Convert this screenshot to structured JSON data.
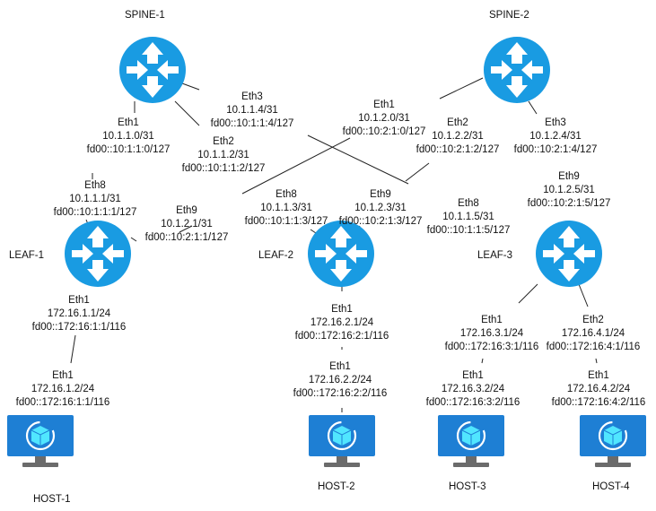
{
  "colors": {
    "router_fill": "#199be2",
    "router_arrow": "#ffffff",
    "host_screen": "#1e7fd4",
    "host_stand": "#6b6b6b",
    "host_cube": "#50e6ff",
    "line": "#222222"
  },
  "devices": {
    "spine1": "SPINE-1",
    "spine2": "SPINE-2",
    "leaf1": "LEAF-1",
    "leaf2": "LEAF-2",
    "leaf3": "LEAF-3",
    "host1": "HOST-1",
    "host2": "HOST-2",
    "host3": "HOST-3",
    "host4": "HOST-4"
  },
  "interfaces": {
    "s1_eth1": {
      "name": "Eth1",
      "ipv4": "10.1.1.0/31",
      "ipv6": "fd00::10:1:1:0/127"
    },
    "s1_eth2": {
      "name": "Eth2",
      "ipv4": "10.1.1.2/31",
      "ipv6": "fd00::10:1:1:2/127"
    },
    "s1_eth3": {
      "name": "Eth3",
      "ipv4": "10.1.1.4/31",
      "ipv6": "fd00::10:1:1:4/127"
    },
    "s2_eth1": {
      "name": "Eth1",
      "ipv4": "10.1.2.0/31",
      "ipv6": "fd00::10:2:1:0/127"
    },
    "s2_eth2": {
      "name": "Eth2",
      "ipv4": "10.1.2.2/31",
      "ipv6": "fd00::10:2:1:2/127"
    },
    "s2_eth3": {
      "name": "Eth3",
      "ipv4": "10.1.2.4/31",
      "ipv6": "fd00::10:2:1:4/127"
    },
    "l1_eth8": {
      "name": "Eth8",
      "ipv4": "10.1.1.1/31",
      "ipv6": "fd00::10:1:1:1/127"
    },
    "l1_eth9": {
      "name": "Eth9",
      "ipv4": "10.1.2.1/31",
      "ipv6": "fd00::10:2:1:1/127"
    },
    "l1_eth1": {
      "name": "Eth1",
      "ipv4": "172.16.1.1/24",
      "ipv6": "fd00::172:16:1:1/116"
    },
    "l2_eth8": {
      "name": "Eth8",
      "ipv4": "10.1.1.3/31",
      "ipv6": "fd00::10:1:1:3/127"
    },
    "l2_eth9": {
      "name": "Eth9",
      "ipv4": "10.1.2.3/31",
      "ipv6": "fd00::10:2:1:3/127"
    },
    "l2_eth1": {
      "name": "Eth1",
      "ipv4": "172.16.2.1/24",
      "ipv6": "fd00::172:16:2:1/116"
    },
    "l3_eth8": {
      "name": "Eth8",
      "ipv4": "10.1.1.5/31",
      "ipv6": "fd00::10:1:1:5/127"
    },
    "l3_eth9": {
      "name": "Eth9",
      "ipv4": "10.1.2.5/31",
      "ipv6": "fd00::10:2:1:5/127"
    },
    "l3_eth1": {
      "name": "Eth1",
      "ipv4": "172.16.3.1/24",
      "ipv6": "fd00::172:16:3:1/116"
    },
    "l3_eth2": {
      "name": "Eth2",
      "ipv4": "172.16.4.1/24",
      "ipv6": "fd00::172:16:4:1/116"
    },
    "h1_eth1": {
      "name": "Eth1",
      "ipv4": "172.16.1.2/24",
      "ipv6": "fd00::172:16:1:1/116"
    },
    "h2_eth1": {
      "name": "Eth1",
      "ipv4": "172.16.2.2/24",
      "ipv6": "fd00::172:16:2:2/116"
    },
    "h3_eth1": {
      "name": "Eth1",
      "ipv4": "172.16.3.2/24",
      "ipv6": "fd00::172:16:3:2/116"
    },
    "h4_eth1": {
      "name": "Eth1",
      "ipv4": "172.16.4.2/24",
      "ipv6": "fd00::172:16:4:2/116"
    }
  }
}
